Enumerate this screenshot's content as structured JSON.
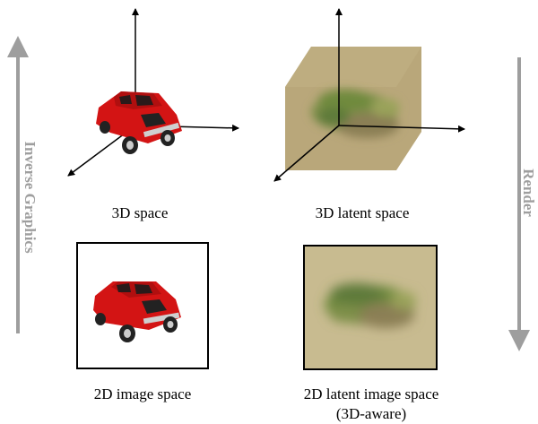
{
  "labels": {
    "space3d": "3D space",
    "latent3d": "3D latent space",
    "image2d": "2D image space",
    "latent2d_line1": "2D latent image space",
    "latent2d_line2": "(3D-aware)"
  },
  "side_labels": {
    "left": "Inverse Graphics",
    "right": "Render"
  },
  "colors": {
    "side_arrow": "#9e9e9e",
    "cube_face": "#b9a77a",
    "car_body": "#e01818",
    "latent_patch": "#c8bb90",
    "axis": "#000000"
  }
}
